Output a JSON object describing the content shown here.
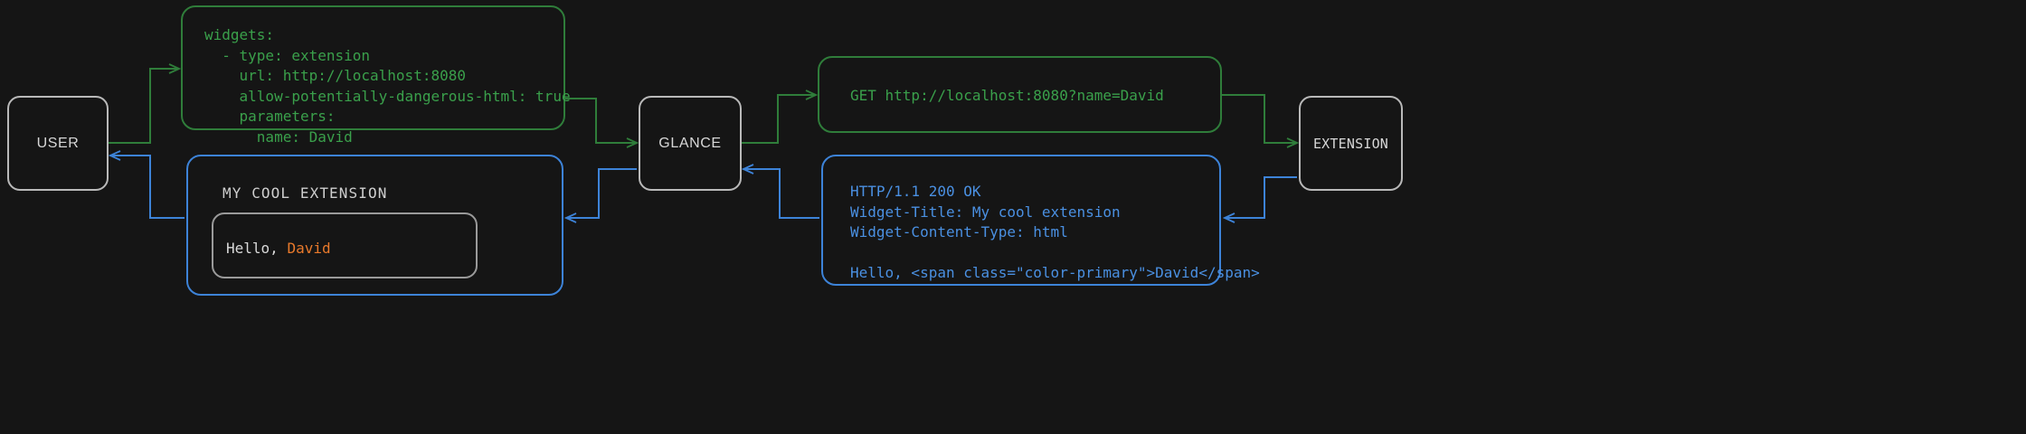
{
  "theme": {
    "background": "#151515",
    "node_border": "#b9b9b9",
    "request_color": "#3aa04b",
    "response_color": "#4a90e2",
    "accent_color": "#e8792b",
    "widget_text": "#d9d9d9"
  },
  "nodes": {
    "user": {
      "label": "USER"
    },
    "glance": {
      "label": "GLANCE"
    },
    "extension": {
      "label": "EXTENSION"
    }
  },
  "panels": {
    "config": {
      "kind": "yaml-config",
      "color": "#3aa04b",
      "lines": [
        "widgets:",
        "  - type: extension",
        "    url: http://localhost:8080",
        "    allow-potentially-dangerous-html: true",
        "    parameters:",
        "      name: David"
      ]
    },
    "request": {
      "kind": "http-request",
      "color": "#3aa04b",
      "lines": [
        "GET http://localhost:8080?name=David"
      ]
    },
    "response": {
      "kind": "http-response",
      "color": "#4a90e2",
      "lines": [
        "HTTP/1.1 200 OK",
        "Widget-Title: My cool extension",
        "Widget-Content-Type: html",
        "",
        "Hello, <span class=\"color-primary\">David</span>"
      ]
    },
    "rendered_widget": {
      "kind": "rendered-widget",
      "color": "#4a90e2",
      "title": "MY COOL EXTENSION",
      "body_prefix": "Hello, ",
      "body_accent": "David"
    }
  },
  "flow": {
    "request_label": "request-path",
    "response_label": "response-path"
  }
}
